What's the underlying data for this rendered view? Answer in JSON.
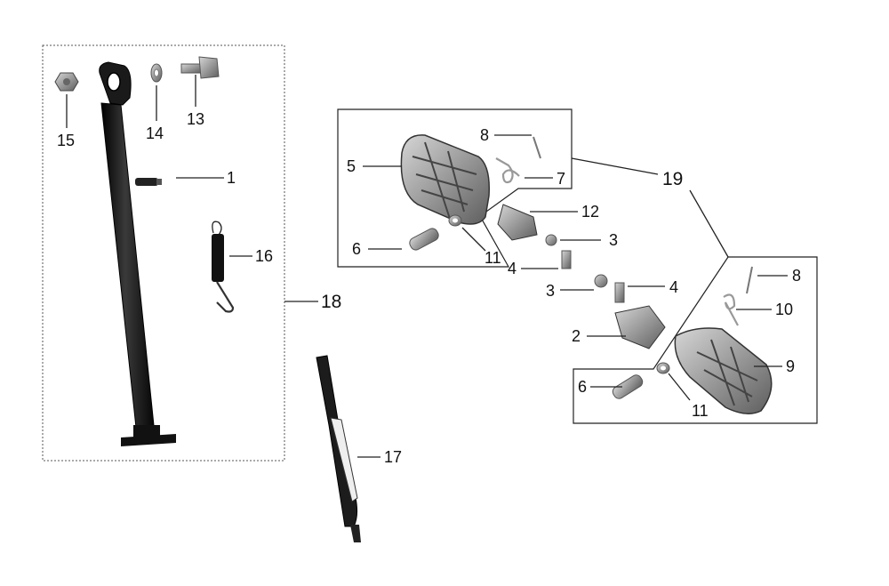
{
  "diagram": {
    "callouts": {
      "c1": "1",
      "c2": "2",
      "c3a": "3",
      "c3b": "3",
      "c4a": "4",
      "c4b": "4",
      "c5": "5",
      "c6a": "6",
      "c6b": "6",
      "c7": "7",
      "c8a": "8",
      "c8b": "8",
      "c9": "9",
      "c10": "10",
      "c11a": "11",
      "c11b": "11",
      "c12": "12",
      "c13": "13",
      "c14": "14",
      "c15": "15",
      "c16": "16",
      "c17": "17",
      "c18": "18",
      "c19": "19"
    },
    "colors": {
      "stand": "#111111",
      "metal": "#9a9a9a",
      "metal_dark": "#555555",
      "leader": "#222222"
    }
  }
}
